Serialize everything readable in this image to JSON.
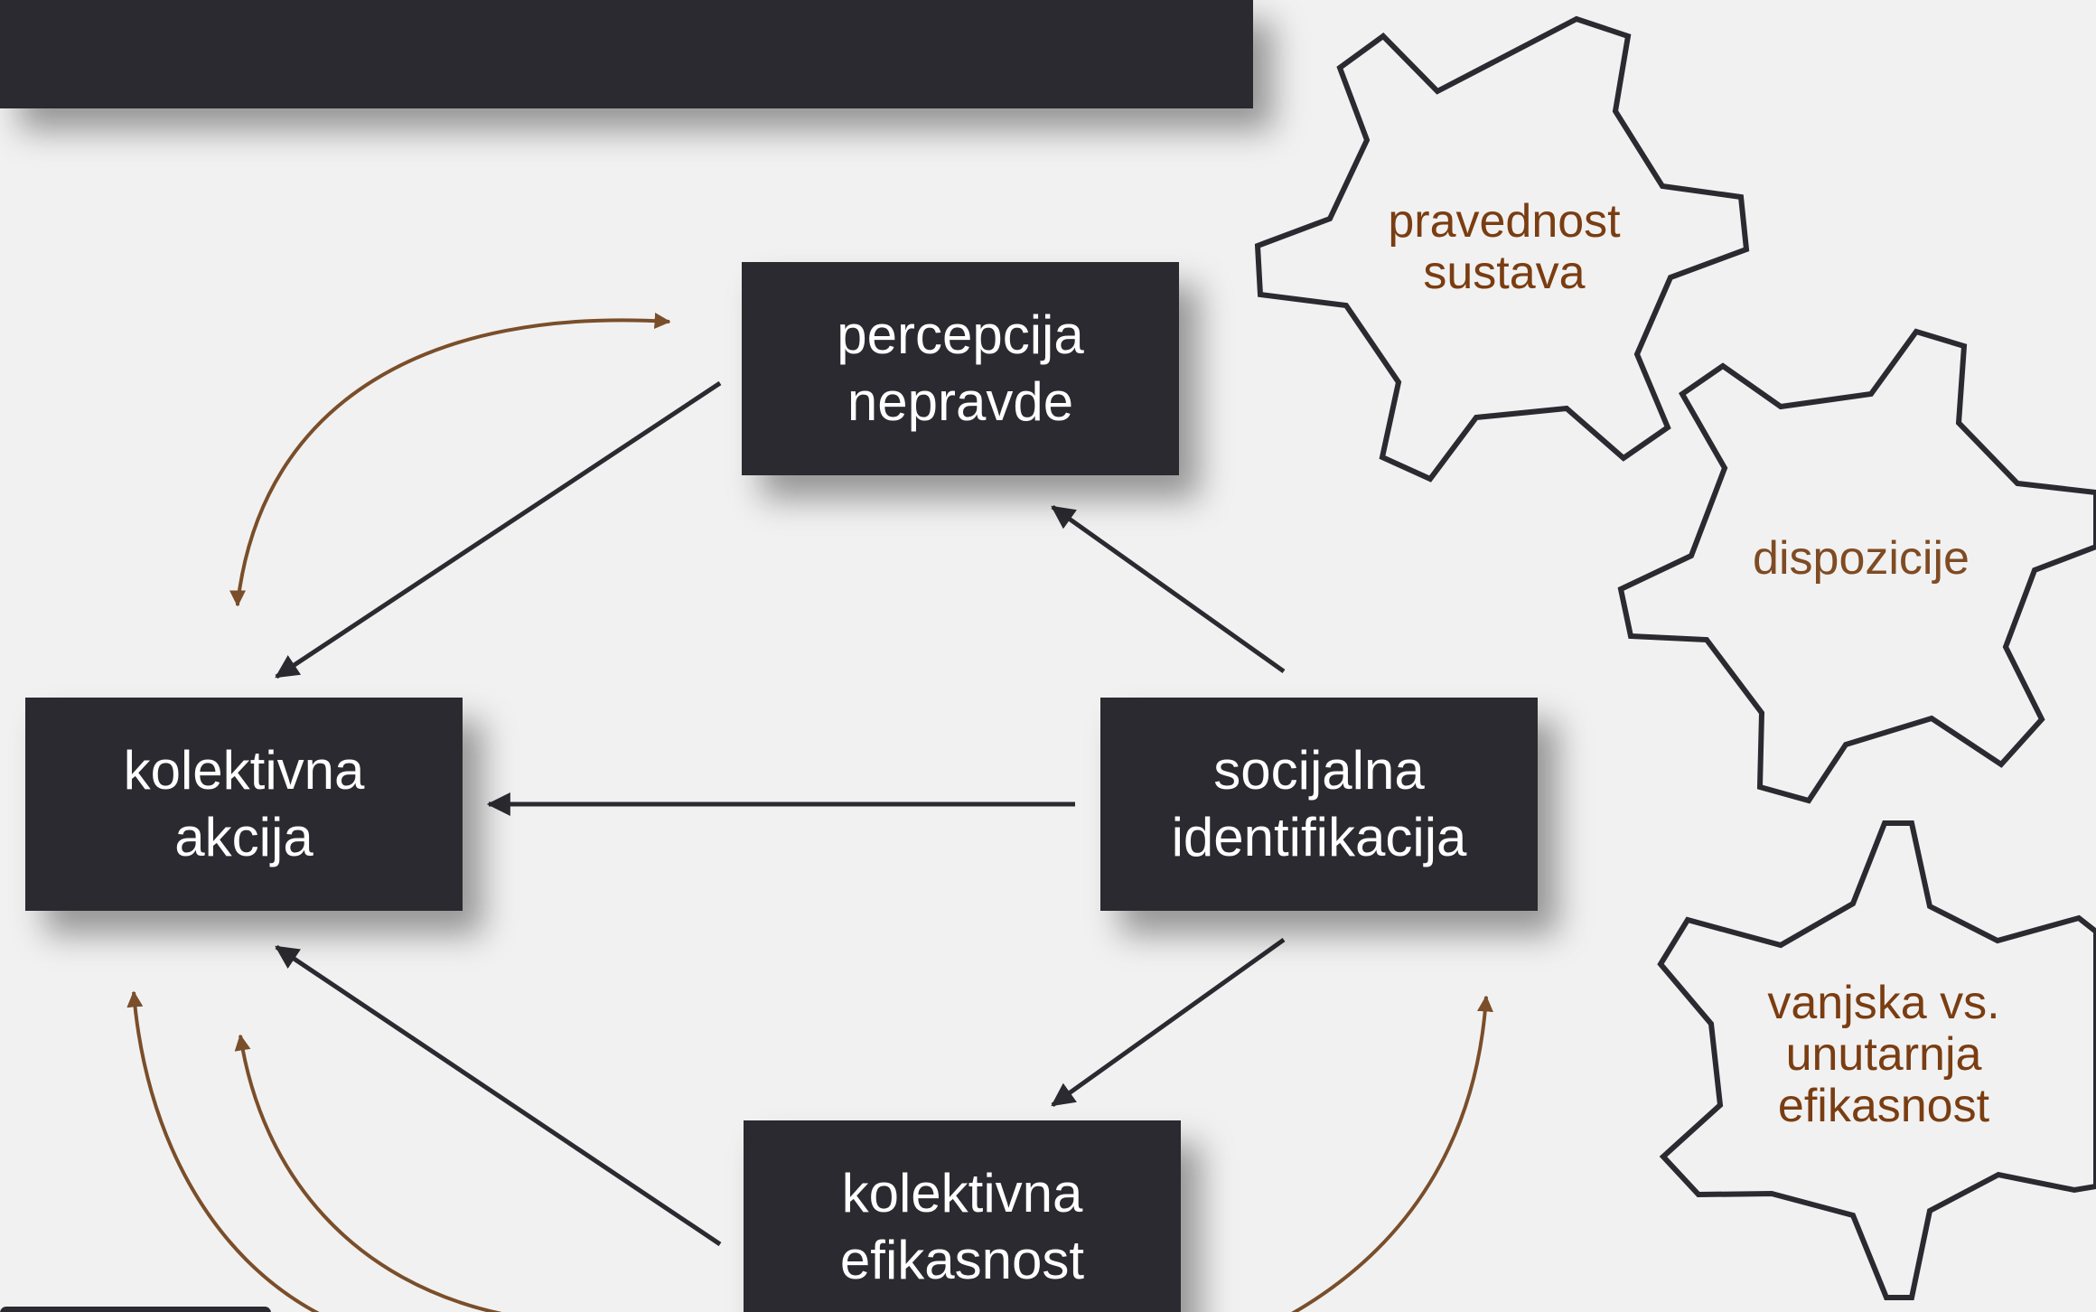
{
  "nodes": {
    "percepcija": {
      "line1": "percepcija",
      "line2": "nepravde"
    },
    "kolektivna_akcija": {
      "line1": "kolektivna",
      "line2": "akcija"
    },
    "socijalna": {
      "line1": "socijalna",
      "line2": "identifikacija"
    },
    "efikasnost": {
      "line1": "kolektivna",
      "line2": "efikasnost"
    }
  },
  "gears": {
    "pravednost": {
      "line1": "pravednost",
      "line2": "sustava"
    },
    "dispozicije": {
      "line1": "dispozicije"
    },
    "vanjska": {
      "line1": "vanjska vs.",
      "line2": "unutarnja",
      "line3": "efikasnost"
    }
  },
  "colors": {
    "node_fill": "#2a2a30",
    "node_text": "#ffffff",
    "black_arrow": "#2a2a30",
    "brown_arrow": "#7a4e2a",
    "gear_text": "#7a3d12",
    "background": "#f1f1f1"
  }
}
